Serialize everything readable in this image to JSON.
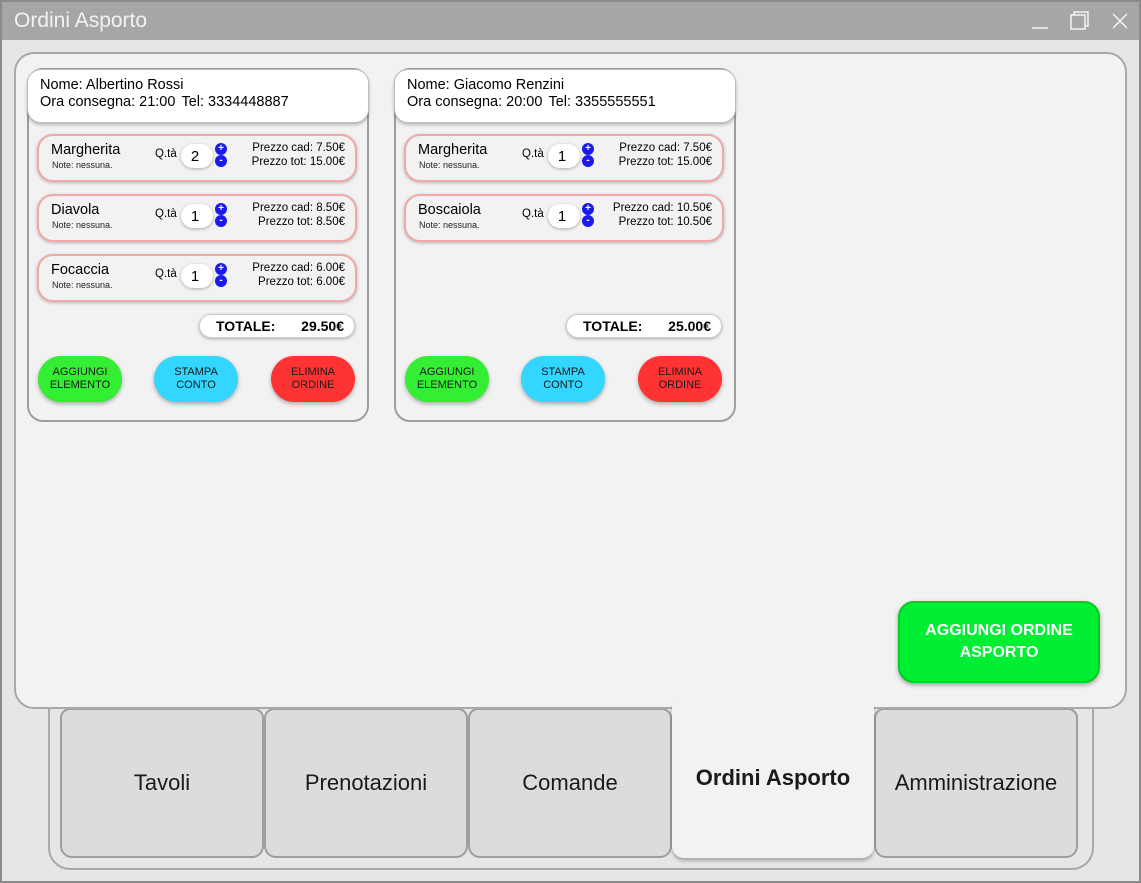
{
  "window": {
    "title": "Ordini Asporto"
  },
  "orders": [
    {
      "nome": "Nome: Albertino Rossi",
      "ora": "Ora consegna: 21:00",
      "tel": "Tel: 3334448887",
      "items": [
        {
          "name": "Margherita",
          "notes": "Note: nessuna.",
          "qty_label": "Q.tà",
          "qty": "2",
          "cad": "Prezzo cad: 7.50€",
          "tot": "Prezzo tot: 15.00€"
        },
        {
          "name": "Diavola",
          "notes": "Note: nessuna.",
          "qty_label": "Q.tà",
          "qty": "1",
          "cad": "Prezzo cad: 8.50€",
          "tot": "Prezzo tot: 8.50€"
        },
        {
          "name": "Focaccia",
          "notes": "Note: nessuna.",
          "qty_label": "Q.tà",
          "qty": "1",
          "cad": "Prezzo cad: 6.00€",
          "tot": "Prezzo tot: 6.00€"
        }
      ],
      "total_label": "TOTALE:",
      "total_value": "29.50€",
      "buttons": {
        "add": "AGGIUNGI ELEMENTO",
        "print": "STAMPA CONTO",
        "delete": "ELIMINA ORDINE"
      }
    },
    {
      "nome": "Nome: Giacomo Renzini",
      "ora": "Ora consegna: 20:00",
      "tel": "Tel: 3355555551",
      "items": [
        {
          "name": "Margherita",
          "notes": "Note: nessuna.",
          "qty_label": "Q.tà",
          "qty": "1",
          "cad": "Prezzo cad: 7.50€",
          "tot": "Prezzo tot: 15.00€"
        },
        {
          "name": "Boscaiola",
          "notes": "Note: nessuna.",
          "qty_label": "Q.tà",
          "qty": "1",
          "cad": "Prezzo cad: 10.50€",
          "tot": "Prezzo tot: 10.50€"
        }
      ],
      "total_label": "TOTALE:",
      "total_value": "25.00€",
      "buttons": {
        "add": "AGGIUNGI ELEMENTO",
        "print": "STAMPA CONTO",
        "delete": "ELIMINA ORDINE"
      }
    }
  ],
  "add_order_button": "AGGIUNGI ORDINE ASPORTO",
  "tabs": [
    {
      "label": "Tavoli"
    },
    {
      "label": "Prenotazioni"
    },
    {
      "label": "Comande"
    },
    {
      "label": "Ordini Asporto",
      "active": true
    },
    {
      "label": "Amministrazione"
    }
  ],
  "qty_buttons": {
    "plus": "+",
    "minus": "-"
  },
  "icons": {
    "minimize": "minimize-icon",
    "maximize": "maximize-icon",
    "close": "close-icon"
  },
  "colors": {
    "add": "#33ee33",
    "print": "#33d6ff",
    "delete": "#ff3333",
    "big_add": "#00ee33",
    "qty_button": "#1a1aee"
  }
}
